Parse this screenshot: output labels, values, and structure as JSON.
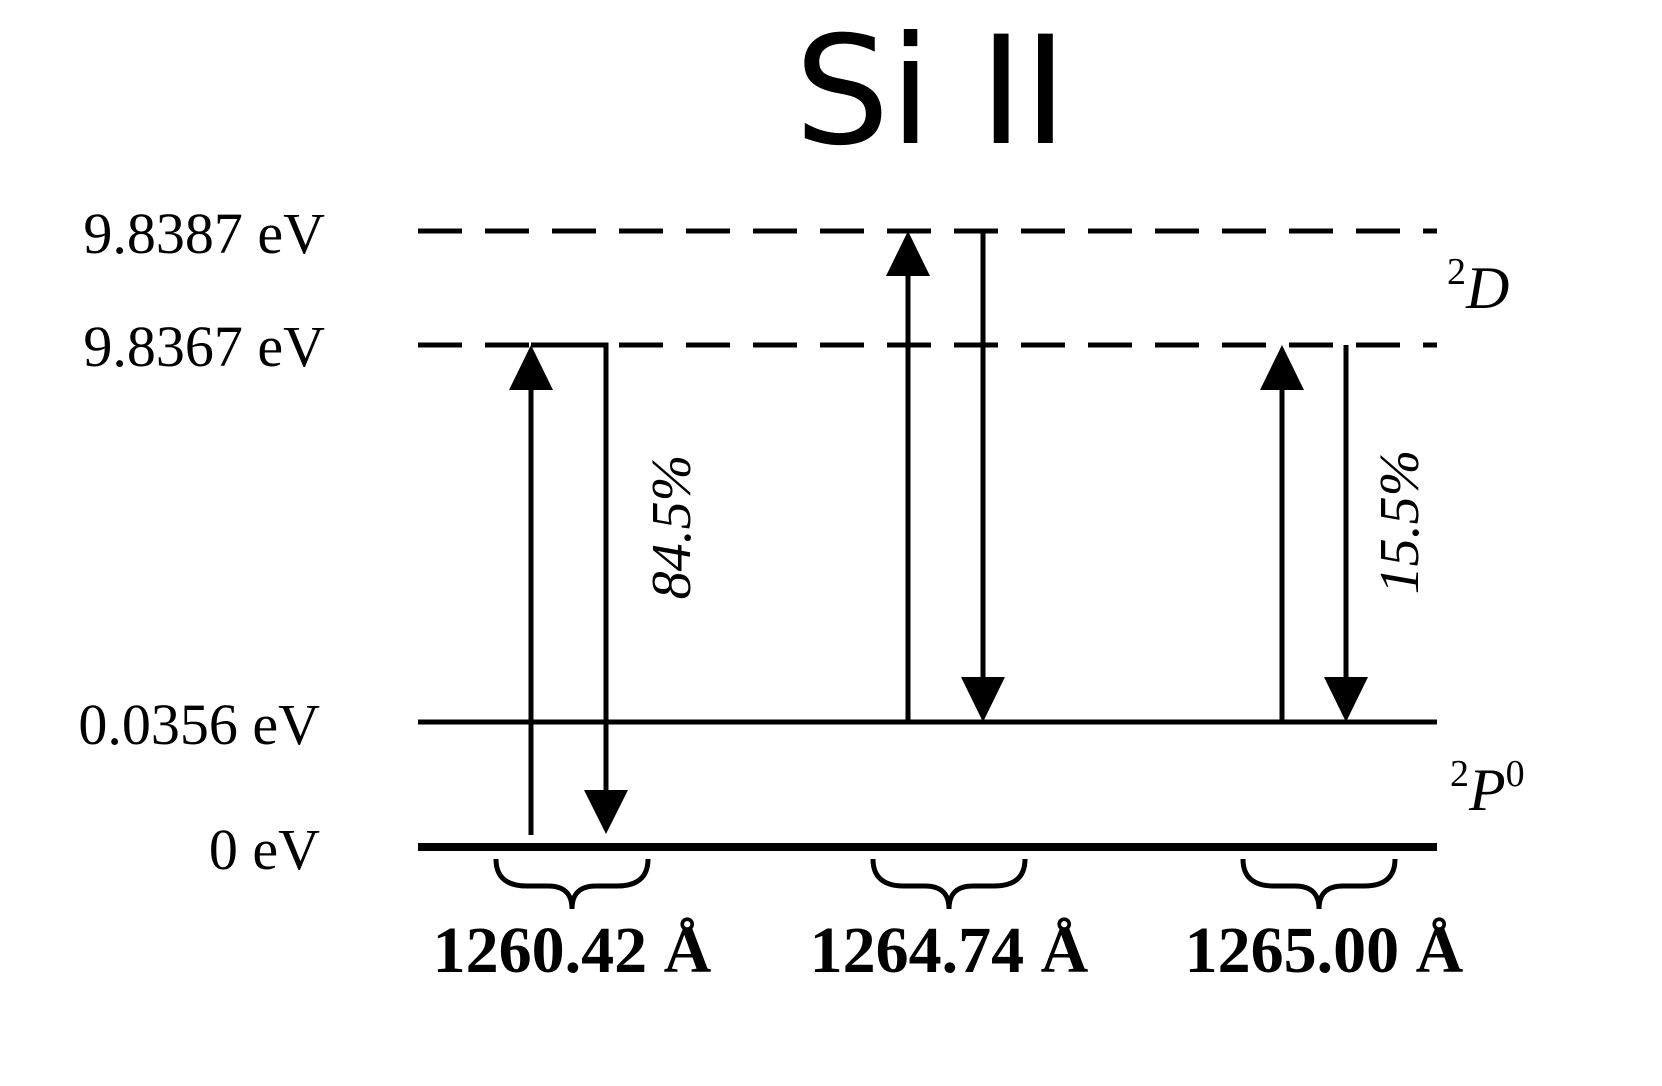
{
  "title": "Si II",
  "levels": {
    "upper_j52": {
      "energy_label": "9.8387 eV",
      "style": "dashed"
    },
    "upper_j32": {
      "energy_label": "9.8367 eV",
      "style": "dashed"
    },
    "lower_j32": {
      "energy_label": "0.0356 eV",
      "style": "solid"
    },
    "ground": {
      "energy_label": "0 eV",
      "style": "solid"
    }
  },
  "terms": {
    "upper": {
      "sup": "2",
      "symbol": "D",
      "sup_right": ""
    },
    "lower": {
      "sup": "2",
      "symbol": "P",
      "sup_right": "0"
    }
  },
  "transitions": [
    {
      "label": "",
      "direction": "up",
      "from": "ground",
      "to": "upper_j32"
    },
    {
      "label": "84.5%",
      "direction": "down",
      "from": "upper_j32",
      "to": "ground"
    },
    {
      "label": "",
      "direction": "up",
      "from": "lower_j32",
      "to": "upper_j52"
    },
    {
      "label": "",
      "direction": "down",
      "from": "upper_j52",
      "to": "lower_j32"
    },
    {
      "label": "",
      "direction": "up",
      "from": "lower_j32",
      "to": "upper_j32"
    },
    {
      "label": "15.5%",
      "direction": "down",
      "from": "upper_j32",
      "to": "lower_j32"
    }
  ],
  "wavelengths": [
    "1260.42 Å",
    "1264.74 Å",
    "1265.00 Å"
  ],
  "colors": {
    "ink": "#000000",
    "background": "#ffffff"
  }
}
